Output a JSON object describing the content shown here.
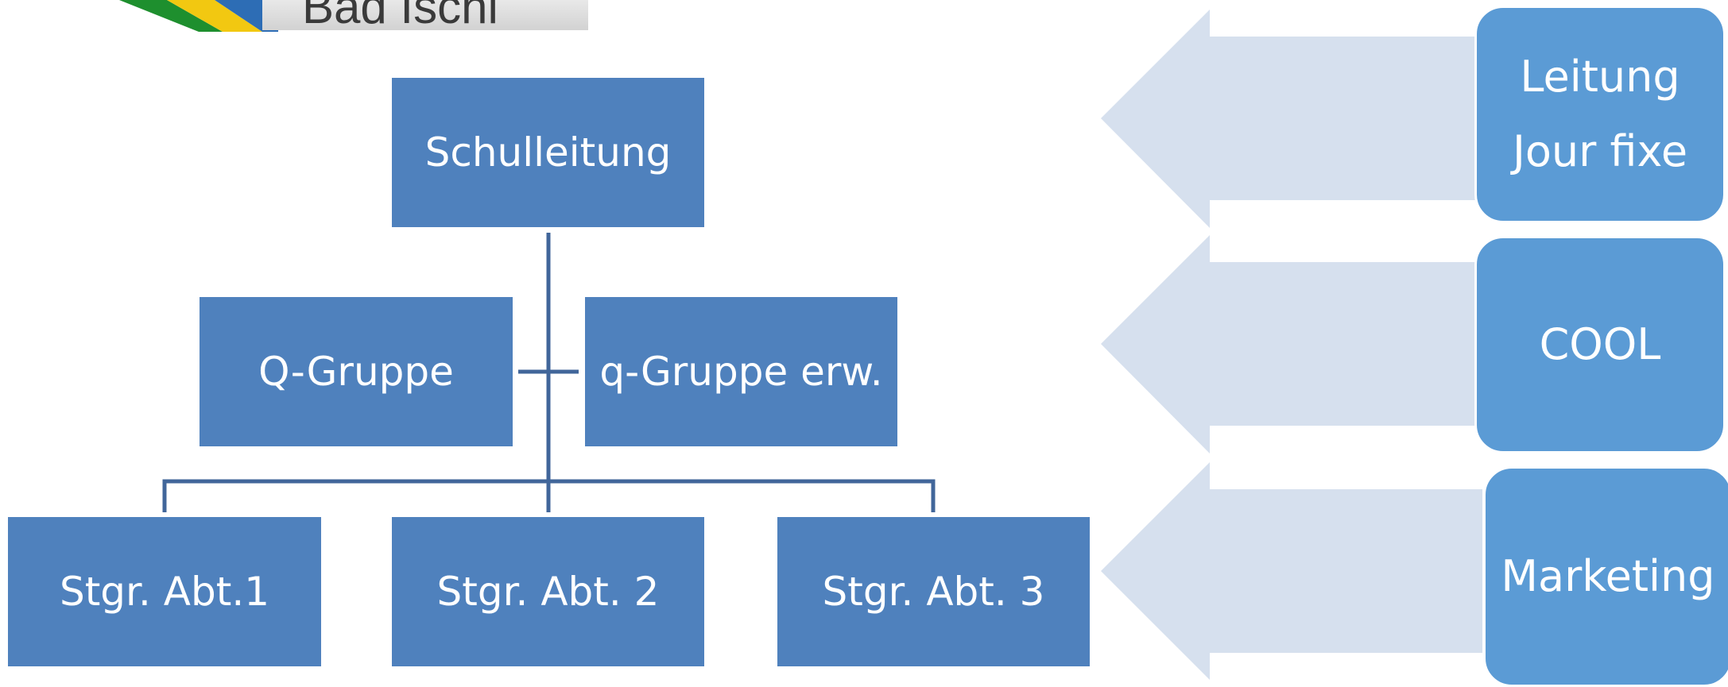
{
  "logo": {
    "text": "Bad Ischl"
  },
  "org_chart": {
    "top": "Schulleitung",
    "middle_left": "Q-Gruppe",
    "middle_right": "q-Gruppe erw.",
    "bottom": [
      "Stgr. Abt.1",
      "Stgr. Abt. 2",
      "Stgr. Abt. 3"
    ]
  },
  "side_panels": [
    {
      "lines": [
        "Leitung",
        "Jour fixe"
      ]
    },
    {
      "lines": [
        "COOL"
      ]
    },
    {
      "lines": [
        "Marketing"
      ]
    }
  ],
  "colors": {
    "org_box": "#4f81bd",
    "connector": "#41669a",
    "side_box": "#5b9bd5",
    "arrow": "#d6e0ee",
    "text": "#ffffff"
  }
}
